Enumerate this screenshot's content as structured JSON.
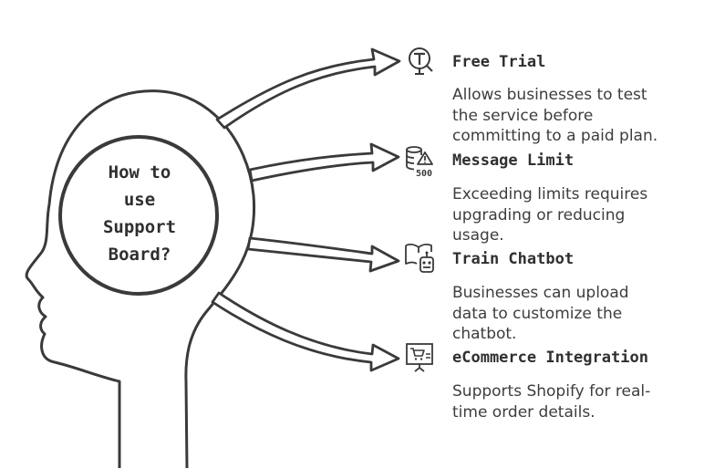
{
  "center": {
    "label": "How to\nuse\nSupport\nBoard?"
  },
  "items": [
    {
      "title": "Free Trial",
      "description": "Allows businesses to test\nthe service before\ncommitting to a paid plan.",
      "icon": "magnifier-text-icon"
    },
    {
      "title": "Message Limit",
      "description": "Exceeding limits requires\nupgrading or reducing\nusage.",
      "icon": "database-limit-icon",
      "icon_text": "500"
    },
    {
      "title": "Train Chatbot",
      "description": "Businesses can upload\ndata to customize the\nchatbot.",
      "icon": "book-robot-icon"
    },
    {
      "title": "eCommerce Integration",
      "description": "Supports Shopify for real-\ntime order details.",
      "icon": "cart-board-icon"
    }
  ],
  "colors": {
    "stroke": "#3a3a3a",
    "fill": "#ffffff",
    "text": "#3d3d3d"
  }
}
